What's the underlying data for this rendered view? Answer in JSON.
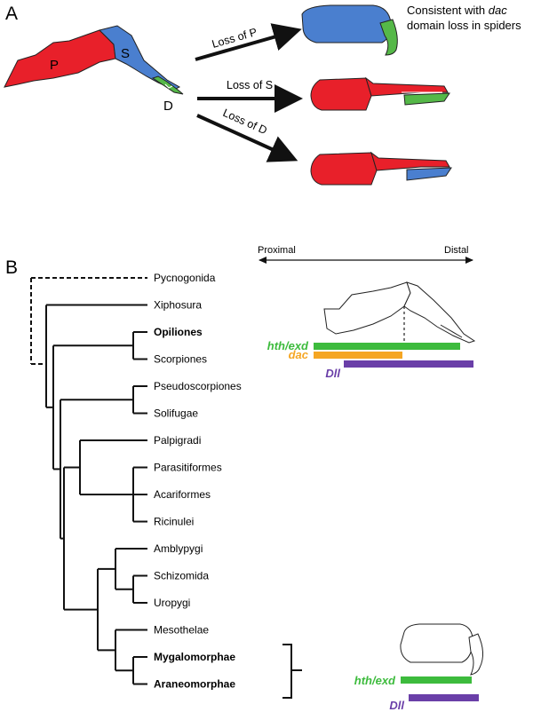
{
  "panel_a": {
    "label": "A",
    "segment_labels": {
      "P": "P",
      "S": "S",
      "D": "D"
    },
    "arrows": [
      "Loss of P",
      "Loss of S",
      "Loss of D"
    ],
    "note_line1_prefix": "Consistent with ",
    "note_line1_italic": "dac",
    "note_line2": "domain loss in spiders",
    "colors": {
      "P": "#e8202a",
      "S": "#4a7fcf",
      "D": "#55b848"
    }
  },
  "panel_b": {
    "label": "B",
    "axis": {
      "proximal": "Proximal",
      "distal": "Distal"
    },
    "taxa": [
      {
        "name": "Pycnogonida",
        "bold": false
      },
      {
        "name": "Xiphosura",
        "bold": false
      },
      {
        "name": "Opiliones",
        "bold": true
      },
      {
        "name": "Scorpiones",
        "bold": false
      },
      {
        "name": "Pseudoscorpiones",
        "bold": false
      },
      {
        "name": "Solifugae",
        "bold": false
      },
      {
        "name": "Palpigradi",
        "bold": false
      },
      {
        "name": "Parasitiformes",
        "bold": false
      },
      {
        "name": "Acariformes",
        "bold": false
      },
      {
        "name": "Ricinulei",
        "bold": false
      },
      {
        "name": "Amblypygi",
        "bold": false
      },
      {
        "name": "Schizomida",
        "bold": false
      },
      {
        "name": "Uropygi",
        "bold": false
      },
      {
        "name": "Mesothelae",
        "bold": false
      },
      {
        "name": "Mygalomorphae",
        "bold": true
      },
      {
        "name": "Araneomorphae",
        "bold": true
      }
    ],
    "genes_top": [
      {
        "name": "hth/exd",
        "color": "#3dbb3d"
      },
      {
        "name": "dac",
        "color": "#f5a623"
      },
      {
        "name": "Dll",
        "color": "#6a3fa8"
      }
    ],
    "genes_bottom": [
      {
        "name": "hth/exd",
        "color": "#3dbb3d"
      },
      {
        "name": "Dll",
        "color": "#6a3fa8"
      }
    ]
  }
}
